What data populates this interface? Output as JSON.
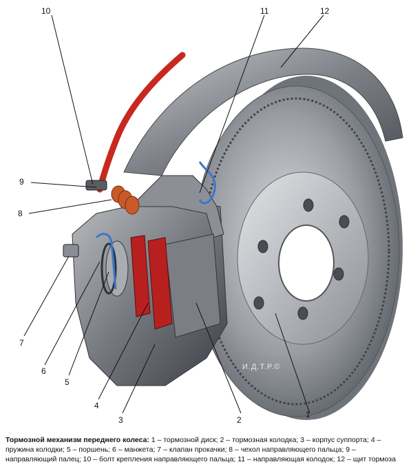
{
  "callouts": {
    "n1": "1",
    "n2": "2",
    "n3": "3",
    "n4": "4",
    "n5": "5",
    "n6": "6",
    "n7": "7",
    "n8": "8",
    "n9": "9",
    "n10": "10",
    "n11": "11",
    "n12": "12"
  },
  "watermark": "И.Д.Т.Р.©",
  "caption": {
    "title": "Тормозной механизм переднего колеса:",
    "text": " 1 – тормозной диск; 2 – тормозная колодка; 3 – корпус суппорта; 4 – пружина колодки; 5 – поршень; 6 – манжета; 7 – клапан прокачки; 8 – чехол направляющего пальца; 9 – направляющий палец; 10 – болт крепления направляющего пальца; 11 – направляющая колодок; 12 – щит тормоза"
  },
  "colors": {
    "disc": "#9a9ea4",
    "hose": "#c8281e",
    "boot": "#c85a2a",
    "pad_lining": "#b82020",
    "spring": "#3a78c8"
  }
}
